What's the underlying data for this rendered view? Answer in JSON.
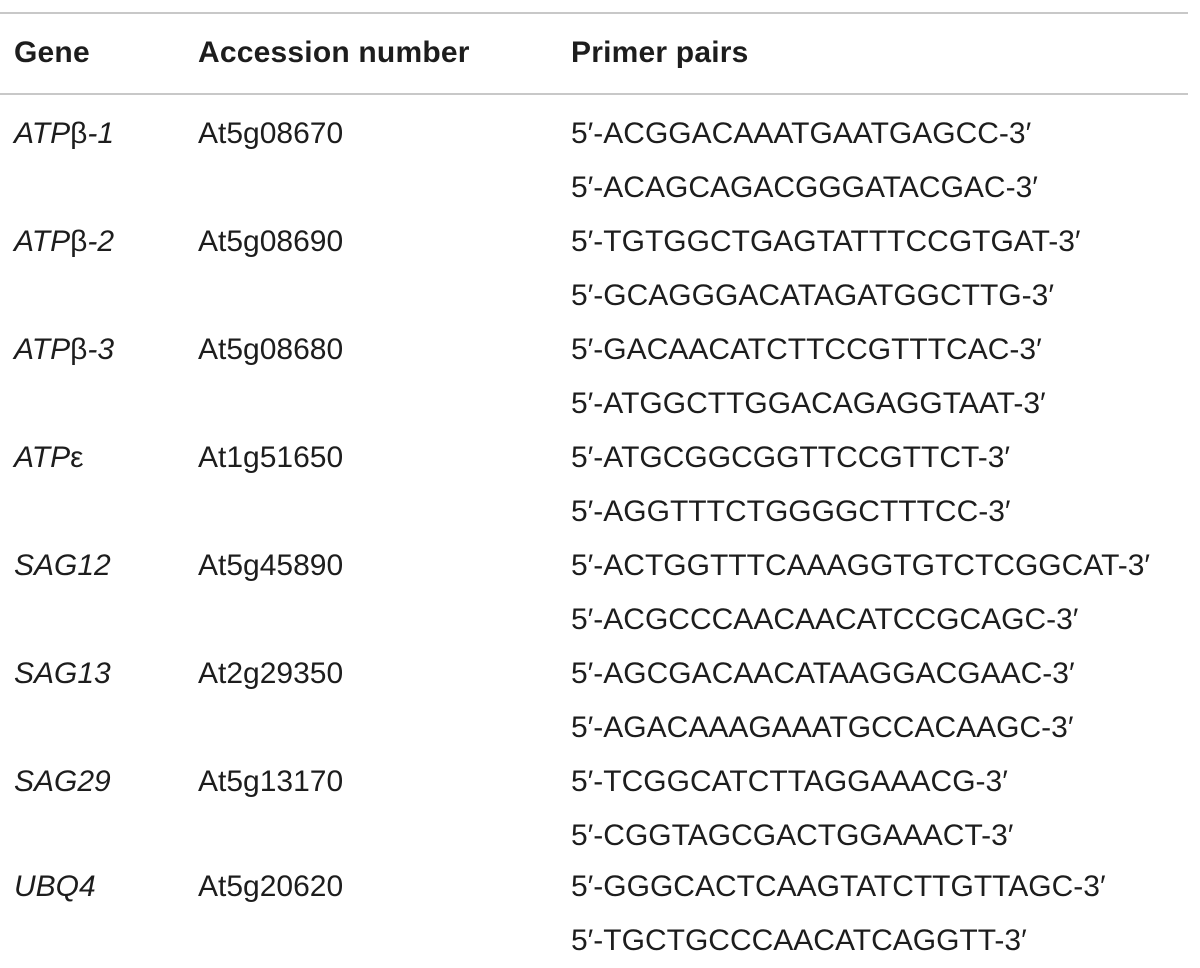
{
  "headers": {
    "gene": "Gene",
    "accession": "Accession number",
    "primers": "Primer pairs"
  },
  "rows": [
    {
      "gene_main": "ATP",
      "gene_greek": "β",
      "gene_suffix": "-1",
      "accession": "At5g08670",
      "forward": "5′-ACGGACAAATGAATGAGCC-3′",
      "reverse": "5′-ACAGCAGACGGGATACGAC-3′"
    },
    {
      "gene_main": "ATP",
      "gene_greek": "β",
      "gene_suffix": "-2",
      "accession": "At5g08690",
      "forward": "5′-TGTGGCTGAGTATTTCCGTGAT-3′",
      "reverse": "5′-GCAGGGACATAGATGGCTTG-3′"
    },
    {
      "gene_main": "ATP",
      "gene_greek": "β",
      "gene_suffix": "-3",
      "accession": "At5g08680",
      "forward": "5′-GACAACATCTTCCGTTTCAC-3′",
      "reverse": "5′-ATGGCTTGGACAGAGGTAAT-3′"
    },
    {
      "gene_main": "ATP",
      "gene_greek": "ε",
      "gene_suffix": "",
      "accession": "At1g51650",
      "forward": "5′-ATGCGGCGGTTCCGTTCT-3′",
      "reverse": "5′-AGGTTTCTGGGGCTTTCC-3′"
    },
    {
      "gene_main": "SAG12",
      "gene_greek": "",
      "gene_suffix": "",
      "accession": "At5g45890",
      "forward": "5′-ACTGGTTTCAAAGGTGTCTCGGCAT-3′",
      "reverse": "5′-ACGCCCAACAACATCCGCAGC-3′"
    },
    {
      "gene_main": "SAG13",
      "gene_greek": "",
      "gene_suffix": "",
      "accession": "At2g29350",
      "forward": "5′-AGCGACAACATAAGGACGAAC-3′",
      "reverse": "5′-AGACAAAGAAATGCCACAAGC-3′"
    },
    {
      "gene_main": "SAG29",
      "gene_greek": "",
      "gene_suffix": "",
      "accession": "At5g13170",
      "forward": "5′-TCGGCATCTTAGGAAACG-3′",
      "reverse": "5′-CGGTAGCGACTGGAAACT-3′"
    },
    {
      "gene_main": "UBQ4",
      "gene_greek": "",
      "gene_suffix": "",
      "accession": "At5g20620",
      "forward": "5′-GGGCACTCAAGTATCTTGTTAGC-3′",
      "reverse": "5′-TGCTGCCCAACATCAGGTT-3′"
    }
  ]
}
